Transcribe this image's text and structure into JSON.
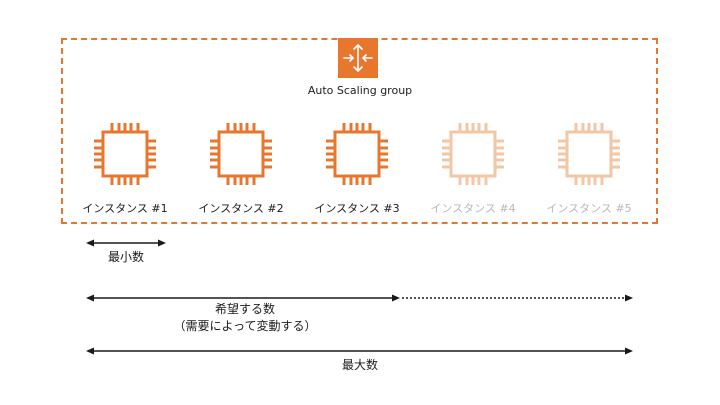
{
  "colors": {
    "accent": "#e8772e",
    "faded": "#f3c6a4",
    "text": "#1a1a1a",
    "faded_text": "#b8b8b8"
  },
  "group": {
    "label": "Auto Scaling group",
    "icon": "auto-scaling-icon"
  },
  "instances": [
    {
      "label": "インスタンス #1",
      "state": "active"
    },
    {
      "label": "インスタンス #2",
      "state": "active"
    },
    {
      "label": "インスタンス #3",
      "state": "active"
    },
    {
      "label": "インスタンス #4",
      "state": "faded"
    },
    {
      "label": "インスタンス #5",
      "state": "faded"
    }
  ],
  "capacity": {
    "min_label": "最小数",
    "desired_label": "希望する数",
    "desired_note": "（需要によって変動する）",
    "max_label": "最大数"
  }
}
